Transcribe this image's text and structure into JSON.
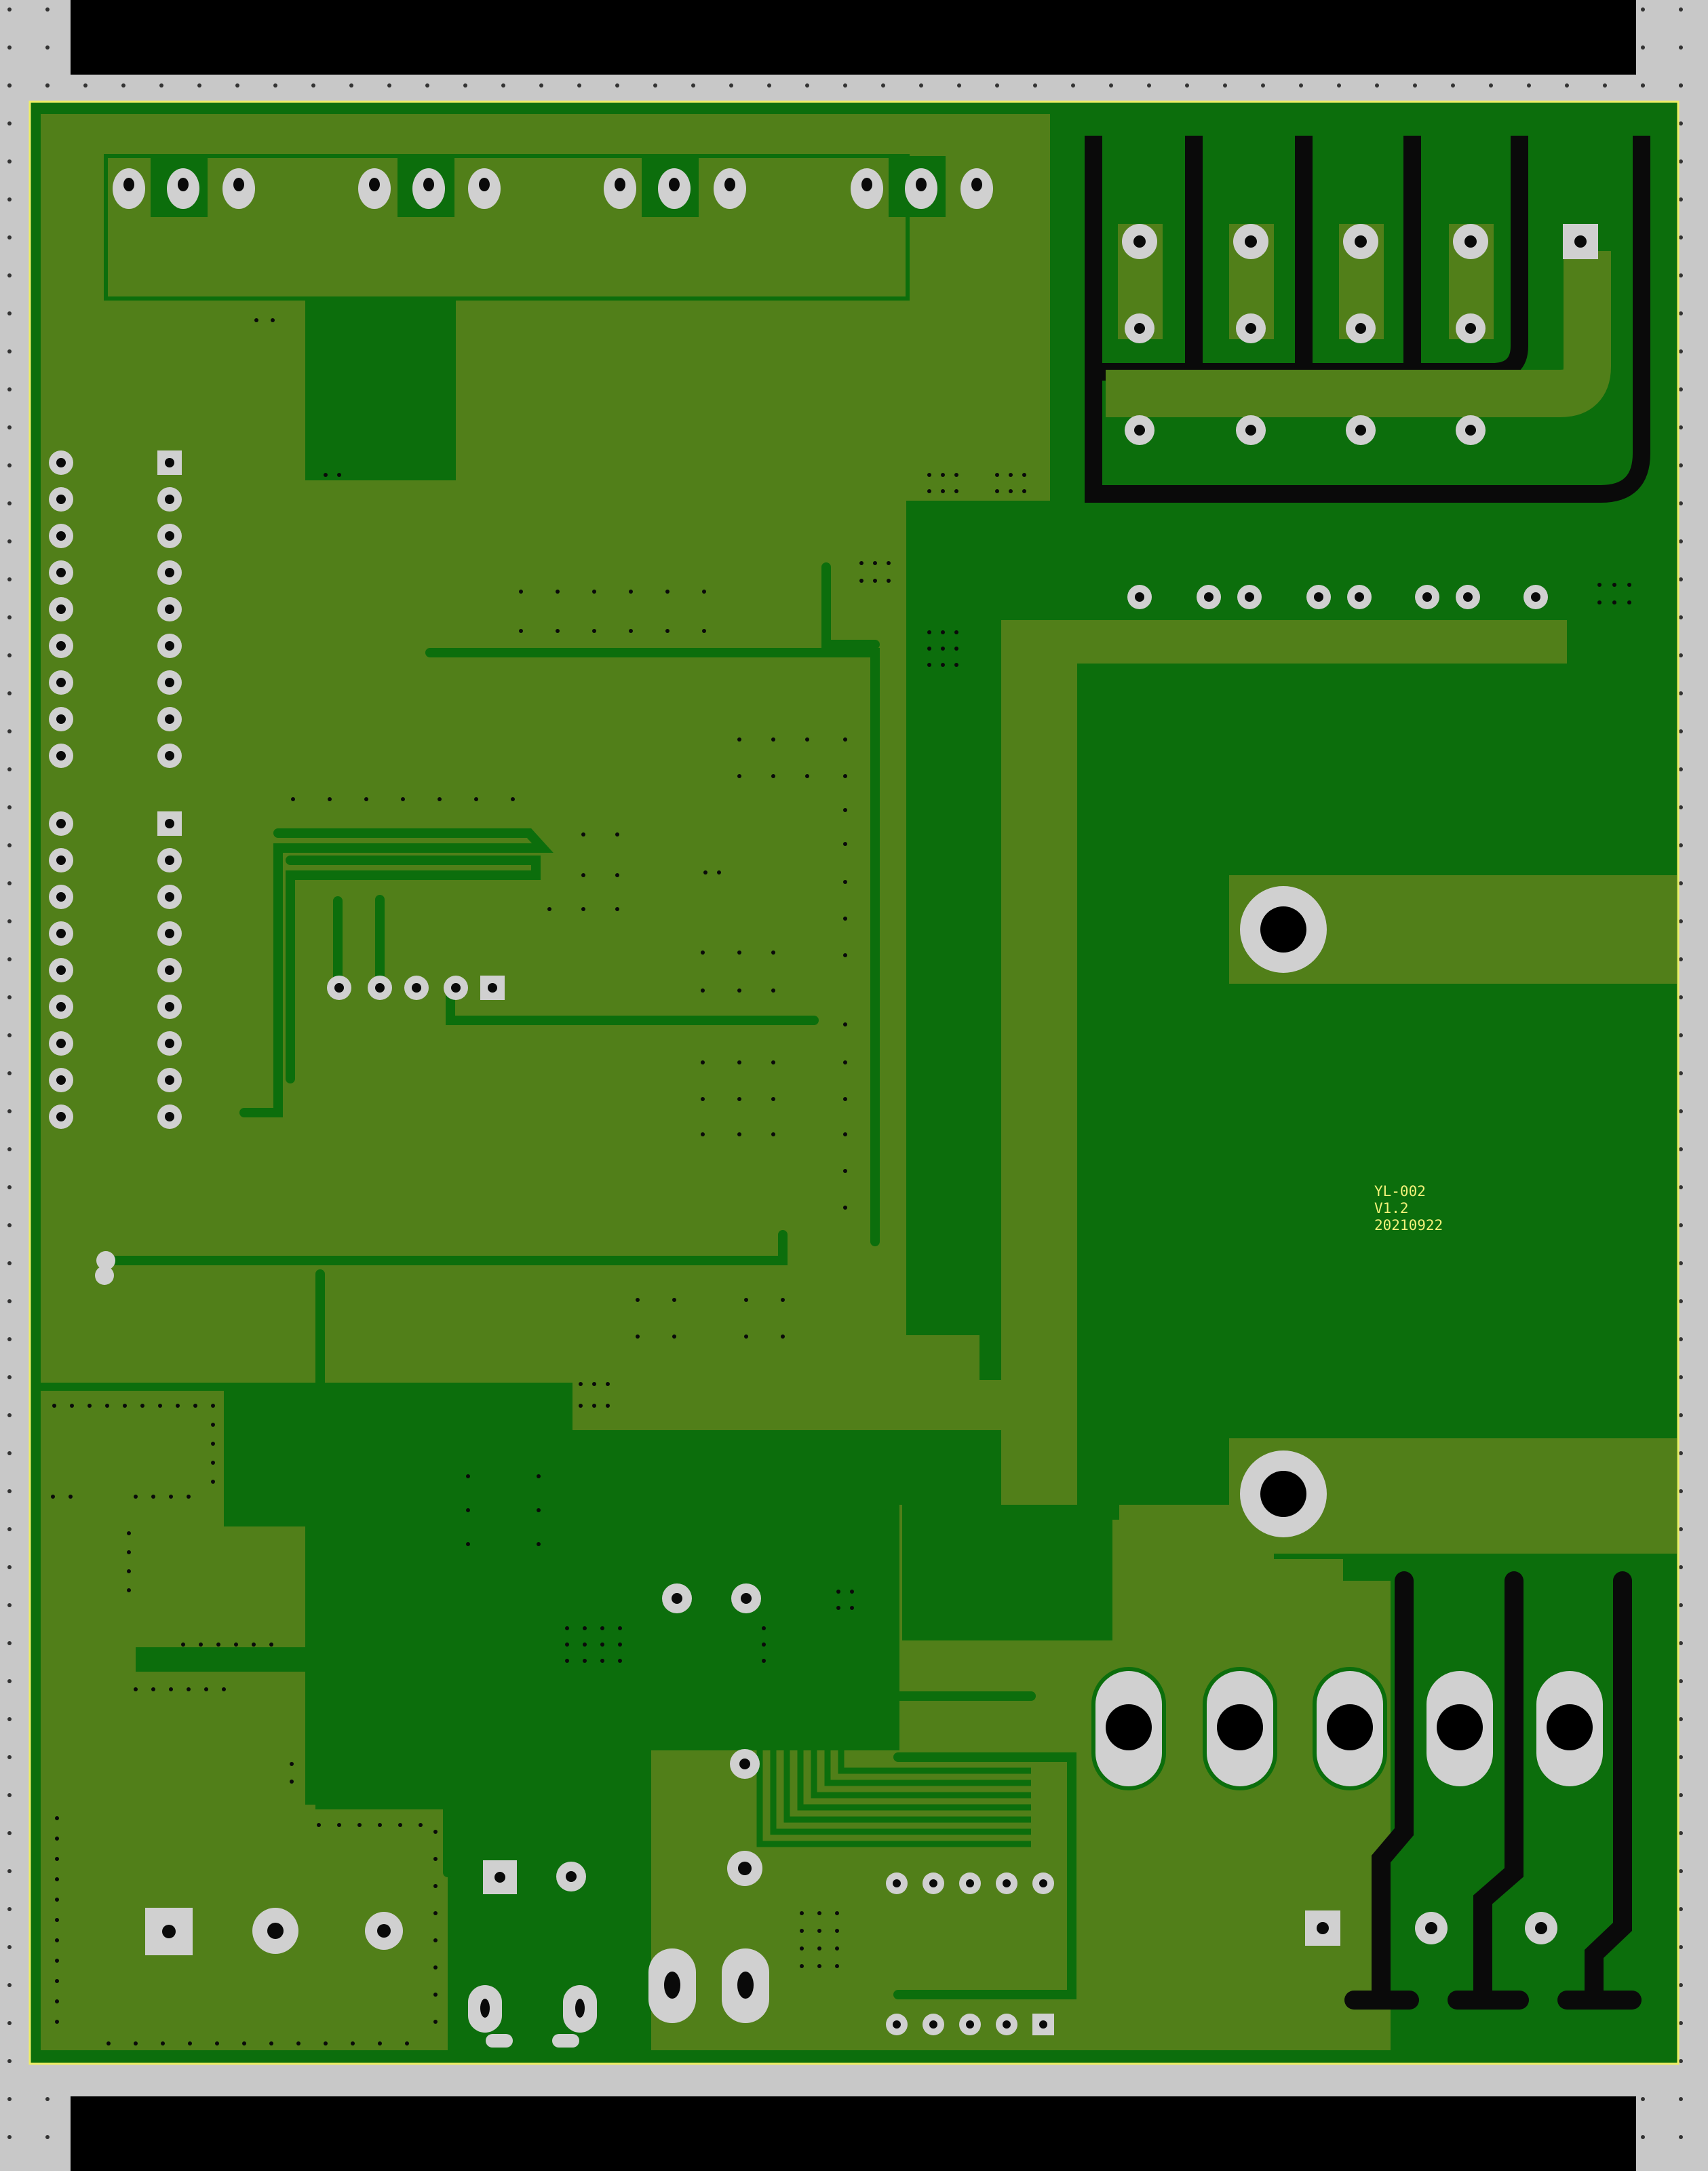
{
  "board": {
    "silkscreen": [
      "YL-002",
      "V1.2",
      "20210922"
    ]
  },
  "colors": {
    "background": "#000000",
    "panel_frame": "#c8c8c8",
    "board_edge": "#eeee66",
    "copper_pour": "#0c6e0c",
    "copper_plane": "#517f19",
    "trace_dark": "#0a0a0a",
    "pad": "#d0d0d0",
    "drill_hole": "#000000",
    "silkscreen": "#f2f27a"
  }
}
